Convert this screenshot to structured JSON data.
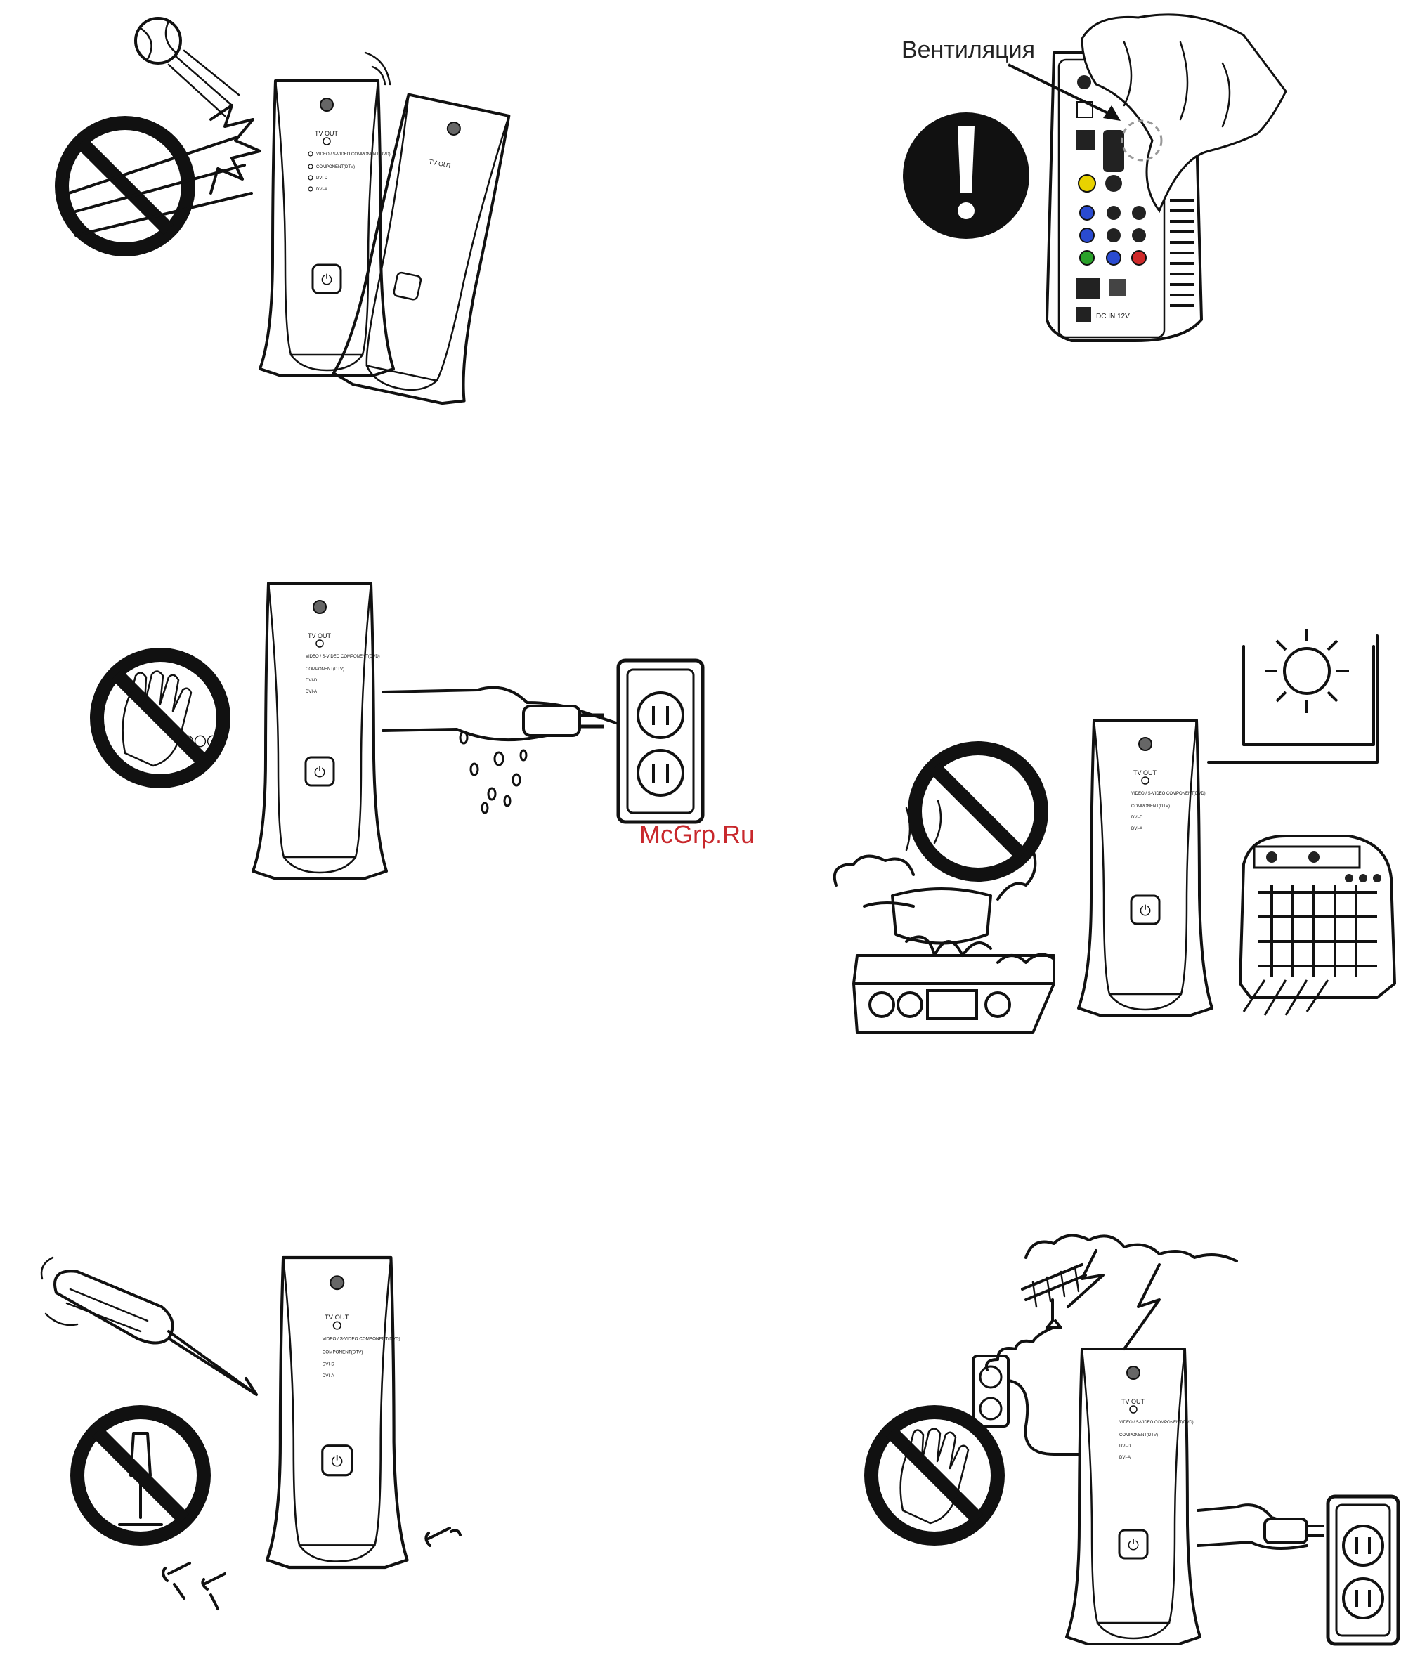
{
  "device": {
    "tv_out": "TV OUT",
    "opt1": "VIDEO / S-VIDEO COMPONENT(DVD)",
    "opt2": "COMPONENT(DTV)",
    "opt3": "DVI-D",
    "opt4": "DVI-A"
  },
  "labels": {
    "ventilation": "Вентиляция",
    "dc_in": "DC IN 12V",
    "watermark": "McGrp.Ru"
  },
  "colors": {
    "line": "#111111",
    "prohibit": "#111111",
    "watermark": "#c8282c"
  },
  "panels": [
    {
      "icon": "prohibited-impact-icon"
    },
    {
      "icon": "exclamation-warning-icon"
    },
    {
      "icon": "prohibited-wet-hand-icon"
    },
    {
      "icon": "prohibited-heat-sources-icon"
    },
    {
      "icon": "prohibited-disassembly-icon"
    },
    {
      "icon": "prohibited-touch-during-storm-icon"
    }
  ]
}
